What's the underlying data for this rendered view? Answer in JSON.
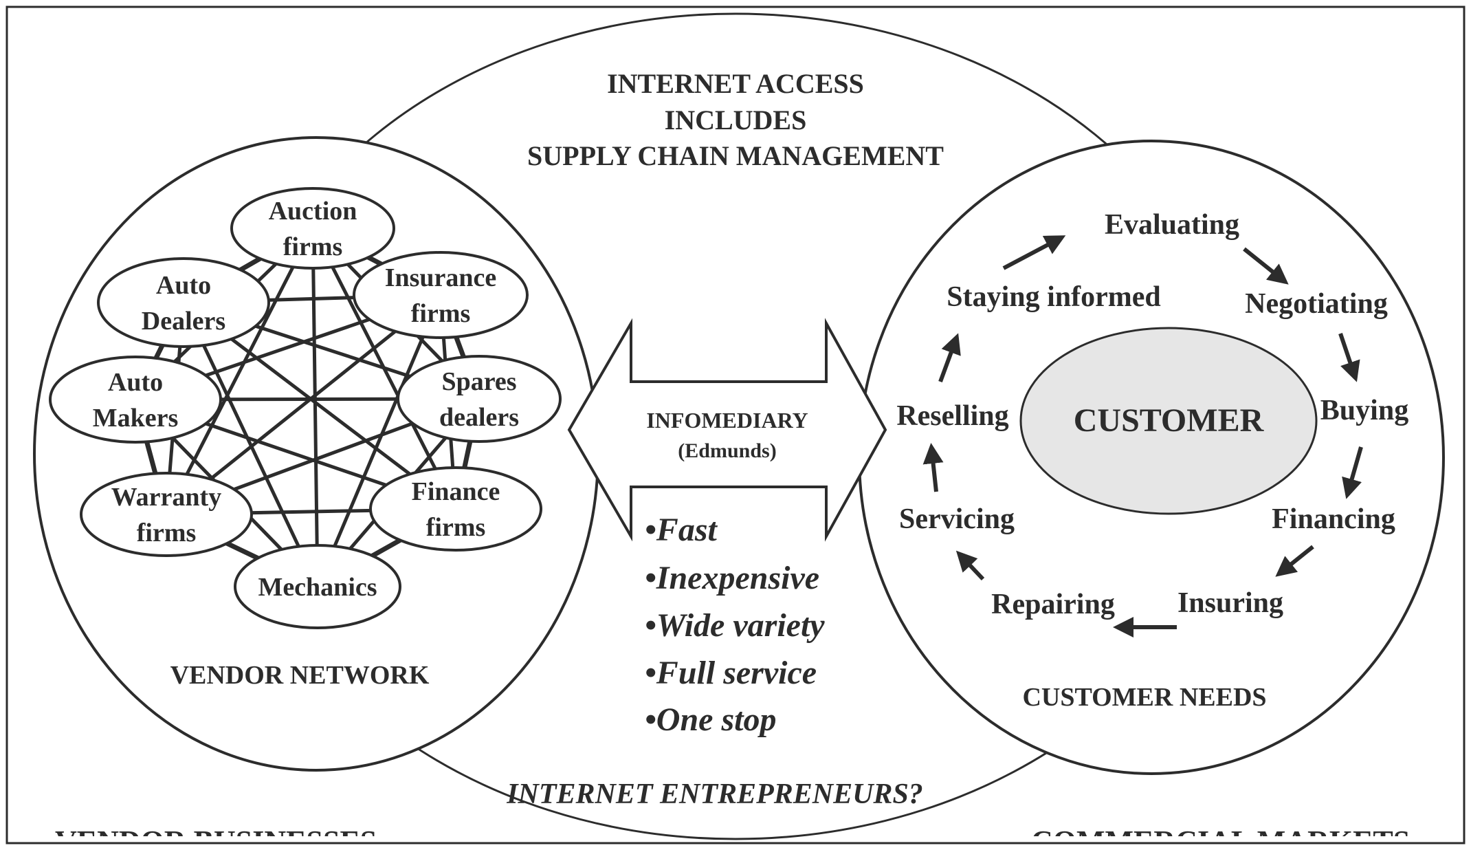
{
  "top_label": {
    "lines": [
      "INTERNET ACCESS",
      "INCLUDES",
      "SUPPLY CHAIN MANAGEMENT"
    ]
  },
  "bottom_label": "INTERNET ENTREPRENEURS?",
  "bottom_left_cut": "VENDOR BUSINESSES",
  "bottom_right_cut": "COMMERCIAL MARKETS",
  "vendor": {
    "caption": "VENDOR NETWORK",
    "nodes": [
      {
        "id": "auction",
        "lines": [
          "Auction",
          "firms"
        ]
      },
      {
        "id": "insurance",
        "lines": [
          "Insurance",
          "firms"
        ]
      },
      {
        "id": "spares",
        "lines": [
          "Spares",
          "dealers"
        ]
      },
      {
        "id": "finance",
        "lines": [
          "Finance",
          "firms"
        ]
      },
      {
        "id": "mechanics",
        "lines": [
          "Mechanics"
        ]
      },
      {
        "id": "warranty",
        "lines": [
          "Warranty",
          "firms"
        ]
      },
      {
        "id": "automakers",
        "lines": [
          "Auto",
          "Makers"
        ]
      },
      {
        "id": "autodealers",
        "lines": [
          "Auto",
          "Dealers"
        ]
      }
    ]
  },
  "infomediary": {
    "title": "INFOMEDIARY",
    "subtitle": "(Edmunds)",
    "benefits": [
      "•Fast",
      "•Inexpensive",
      "•Wide variety",
      "•Full service",
      "•One stop"
    ]
  },
  "customer": {
    "center": "CUSTOMER",
    "caption": "CUSTOMER NEEDS",
    "cycle": [
      "Evaluating",
      "Negotiating",
      "Buying",
      "Financing",
      "Insuring",
      "Repairing",
      "Servicing",
      "Reselling",
      "Staying informed"
    ]
  },
  "colors": {
    "ink": "#2c2c2c",
    "customer_fill": "#e6e6e6",
    "background": "#ffffff"
  }
}
